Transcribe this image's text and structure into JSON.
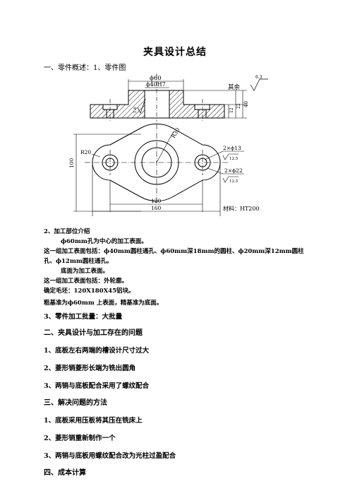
{
  "doc_title": "夹具设计总结",
  "section1_heading": "一、零件概述：1、零件图",
  "drawing": {
    "dim_phi60": "ϕ60",
    "dim_phi40h7": "ϕ40H7",
    "rough_remaining": "其余",
    "rough_value_top": "6.3",
    "dim_12": "12",
    "dim_22": "22",
    "dim_40": "40",
    "rough_16": "1.6",
    "dim_r30": "R30",
    "dim_r20": "R20",
    "hole1_label": "2×ϕ13",
    "hole1_rough": "12.5",
    "hole2_label": "2×ϕ22",
    "hole2_rough": "12.5",
    "dim_100": "100",
    "dim_120": "120",
    "dim_160": "160",
    "material": "材料：HT200"
  },
  "section_items": [
    "2、加工部位介绍",
    "ϕ60mm孔为中心的加工表面。",
    "这一组加工表面包括：ϕ40mm圆柱通孔、ϕ60mm深18mm的圆柱、ϕ20mm深12mm圆柱",
    "孔、ϕ12mm圆柱通孔。",
    "底面为加工表面。",
    "这一组加工表面包括：外轮廓。",
    "确定毛坯：120X180X45铝块。",
    "粗基准为ϕ60mm 上表面，精基准为底面。",
    "3、零件加工批量：大批量"
  ],
  "section2_heading": "二、夹具设计与加工存在的问题",
  "section2_items": [
    "1、底板左右两端的槽设计尺寸过大",
    "2、菱形销菱形长端为铣出圆角",
    "3、两销与底板配合采用了螺纹配合"
  ],
  "section3_heading": "三、解决问题的方法",
  "section3_items": [
    "1、底板采用压板将其压在铣床上",
    "2、菱形销重新制作一个",
    "3、两销与底板用螺纹配合改为光柱过盈配合"
  ],
  "section4_heading": "四、成本计算"
}
